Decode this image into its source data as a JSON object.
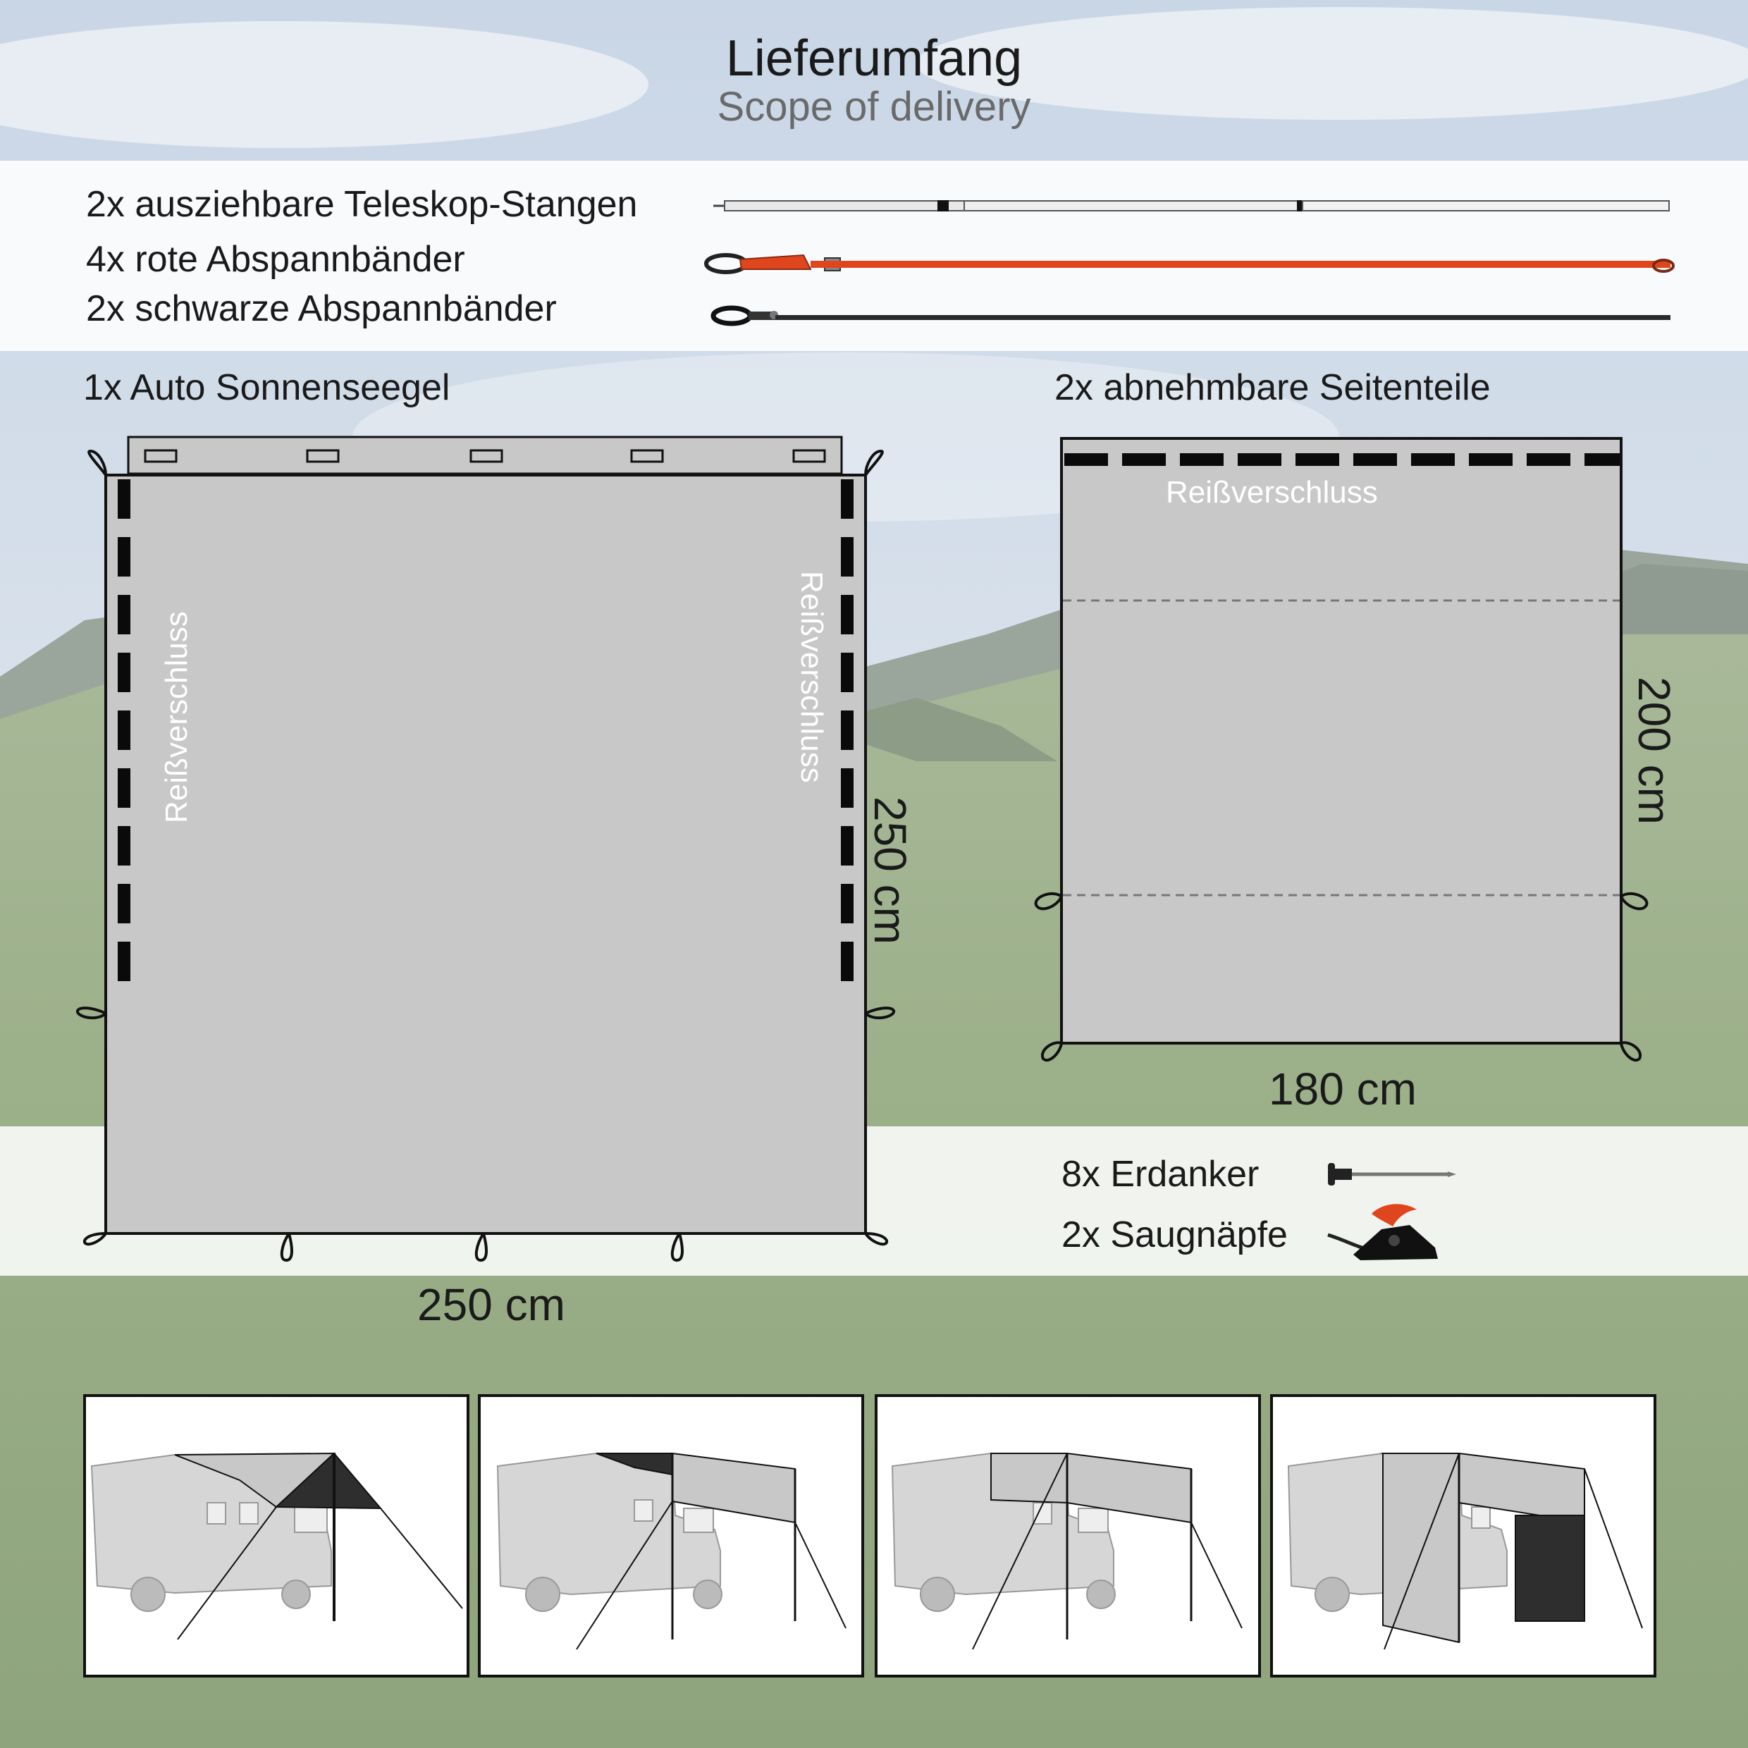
{
  "header": {
    "title": "Lieferumfang",
    "subtitle": "Scope of delivery"
  },
  "items": {
    "poles": "2x ausziehbare Teleskop-Stangen",
    "red_straps": "4x rote Abspannbänder",
    "black_straps": "2x schwarze Abspannbänder",
    "awning": "1x Auto Sonnenseegel",
    "side_panels": "2x abnehmbare Seitenteile",
    "ground_anchors": "8x Erdanker",
    "suction_cups": "2x Saugnäpfe"
  },
  "awning_diagram": {
    "zip_label_left": "Reißverschluss",
    "zip_label_right": "Reißverschluss",
    "height": "250 cm",
    "width": "250 cm"
  },
  "side_panel_diagram": {
    "zip_label": "Reißverschluss",
    "height": "200 cm",
    "width": "180 cm"
  },
  "colors": {
    "red_strap": "#e0461e",
    "panel_fill": "#c8c8c8",
    "dark_panel": "#2e2e2e",
    "outline": "#111111"
  },
  "icons": [
    "telescopic-pole-icon",
    "red-strap-icon",
    "black-strap-icon",
    "ground-anchor-icon",
    "suction-cup-icon",
    "camper-van-icon"
  ]
}
